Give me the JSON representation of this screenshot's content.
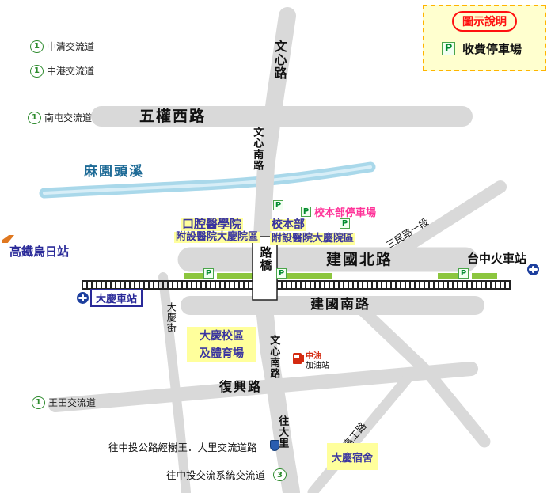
{
  "colors": {
    "road": "#d9d9d9",
    "river": "#a9d8ea",
    "river_light": "#d8eef7",
    "river_text": "#1d6a96",
    "yellow": "#ffff9c",
    "green_strip": "#8cc63e",
    "p_green": "#008a2e",
    "p_bg": "#f2fff2",
    "p_border": "#4aa54a",
    "campus_text": "#3a35a0",
    "pink": "#ff3399",
    "legend_bg": "#ffffcf",
    "legend_border": "#ffb400",
    "legend_title": "#ff1111",
    "interchange_green": "#2e8b2e",
    "rail_blue": "#1d3f9e",
    "station_text": "#2a2a99",
    "hsr_orange": "#e07820",
    "shield_blue": "#2a5db0",
    "gas_red": "#d42a10"
  },
  "p": "P",
  "legend": {
    "title": "圖示說明",
    "p": "P",
    "item_label": "收費停車場"
  },
  "interchanges": [
    {
      "num": "1",
      "label": "中清交流道"
    },
    {
      "num": "1",
      "label": "中港交流道"
    },
    {
      "num": "1",
      "label": "南屯交流道"
    },
    {
      "num": "1",
      "label": "王田交流道"
    }
  ],
  "roads": {
    "wuquan": "五權西路",
    "wenxin": "文心路",
    "wenxin_s_upper": "文心南路",
    "wenxin_s_lower": "文心南路",
    "jianguo_n": "建國北路",
    "jianguo_s": "建國南路",
    "sanmin": "三民路一段",
    "daqing_st": "大慶街",
    "fuxing": "復興路",
    "to_dali": "往大里",
    "gaogong": "高工路"
  },
  "river": "麻園頭溪",
  "bridge": "路橋",
  "stations": {
    "hsr": "高鐵烏日站",
    "daqing": "大慶車站",
    "taichung": "台中火車站"
  },
  "campus": {
    "oral_1": "口腔醫學院",
    "oral_2": "附設醫院大慶院區",
    "main_1": "校本部",
    "main_2": "附設醫院大慶院區",
    "parking": "校本部停車場",
    "field_1": "大慶校區",
    "field_2": "及體育場",
    "dorm": "大慶宿舍"
  },
  "gas": {
    "brand": "中油",
    "name": "加油站"
  },
  "notes": {
    "n1": "往中投公路經樹王．大里交流道路",
    "n2": "往中投交流系統交流道",
    "n2_num": "3"
  }
}
